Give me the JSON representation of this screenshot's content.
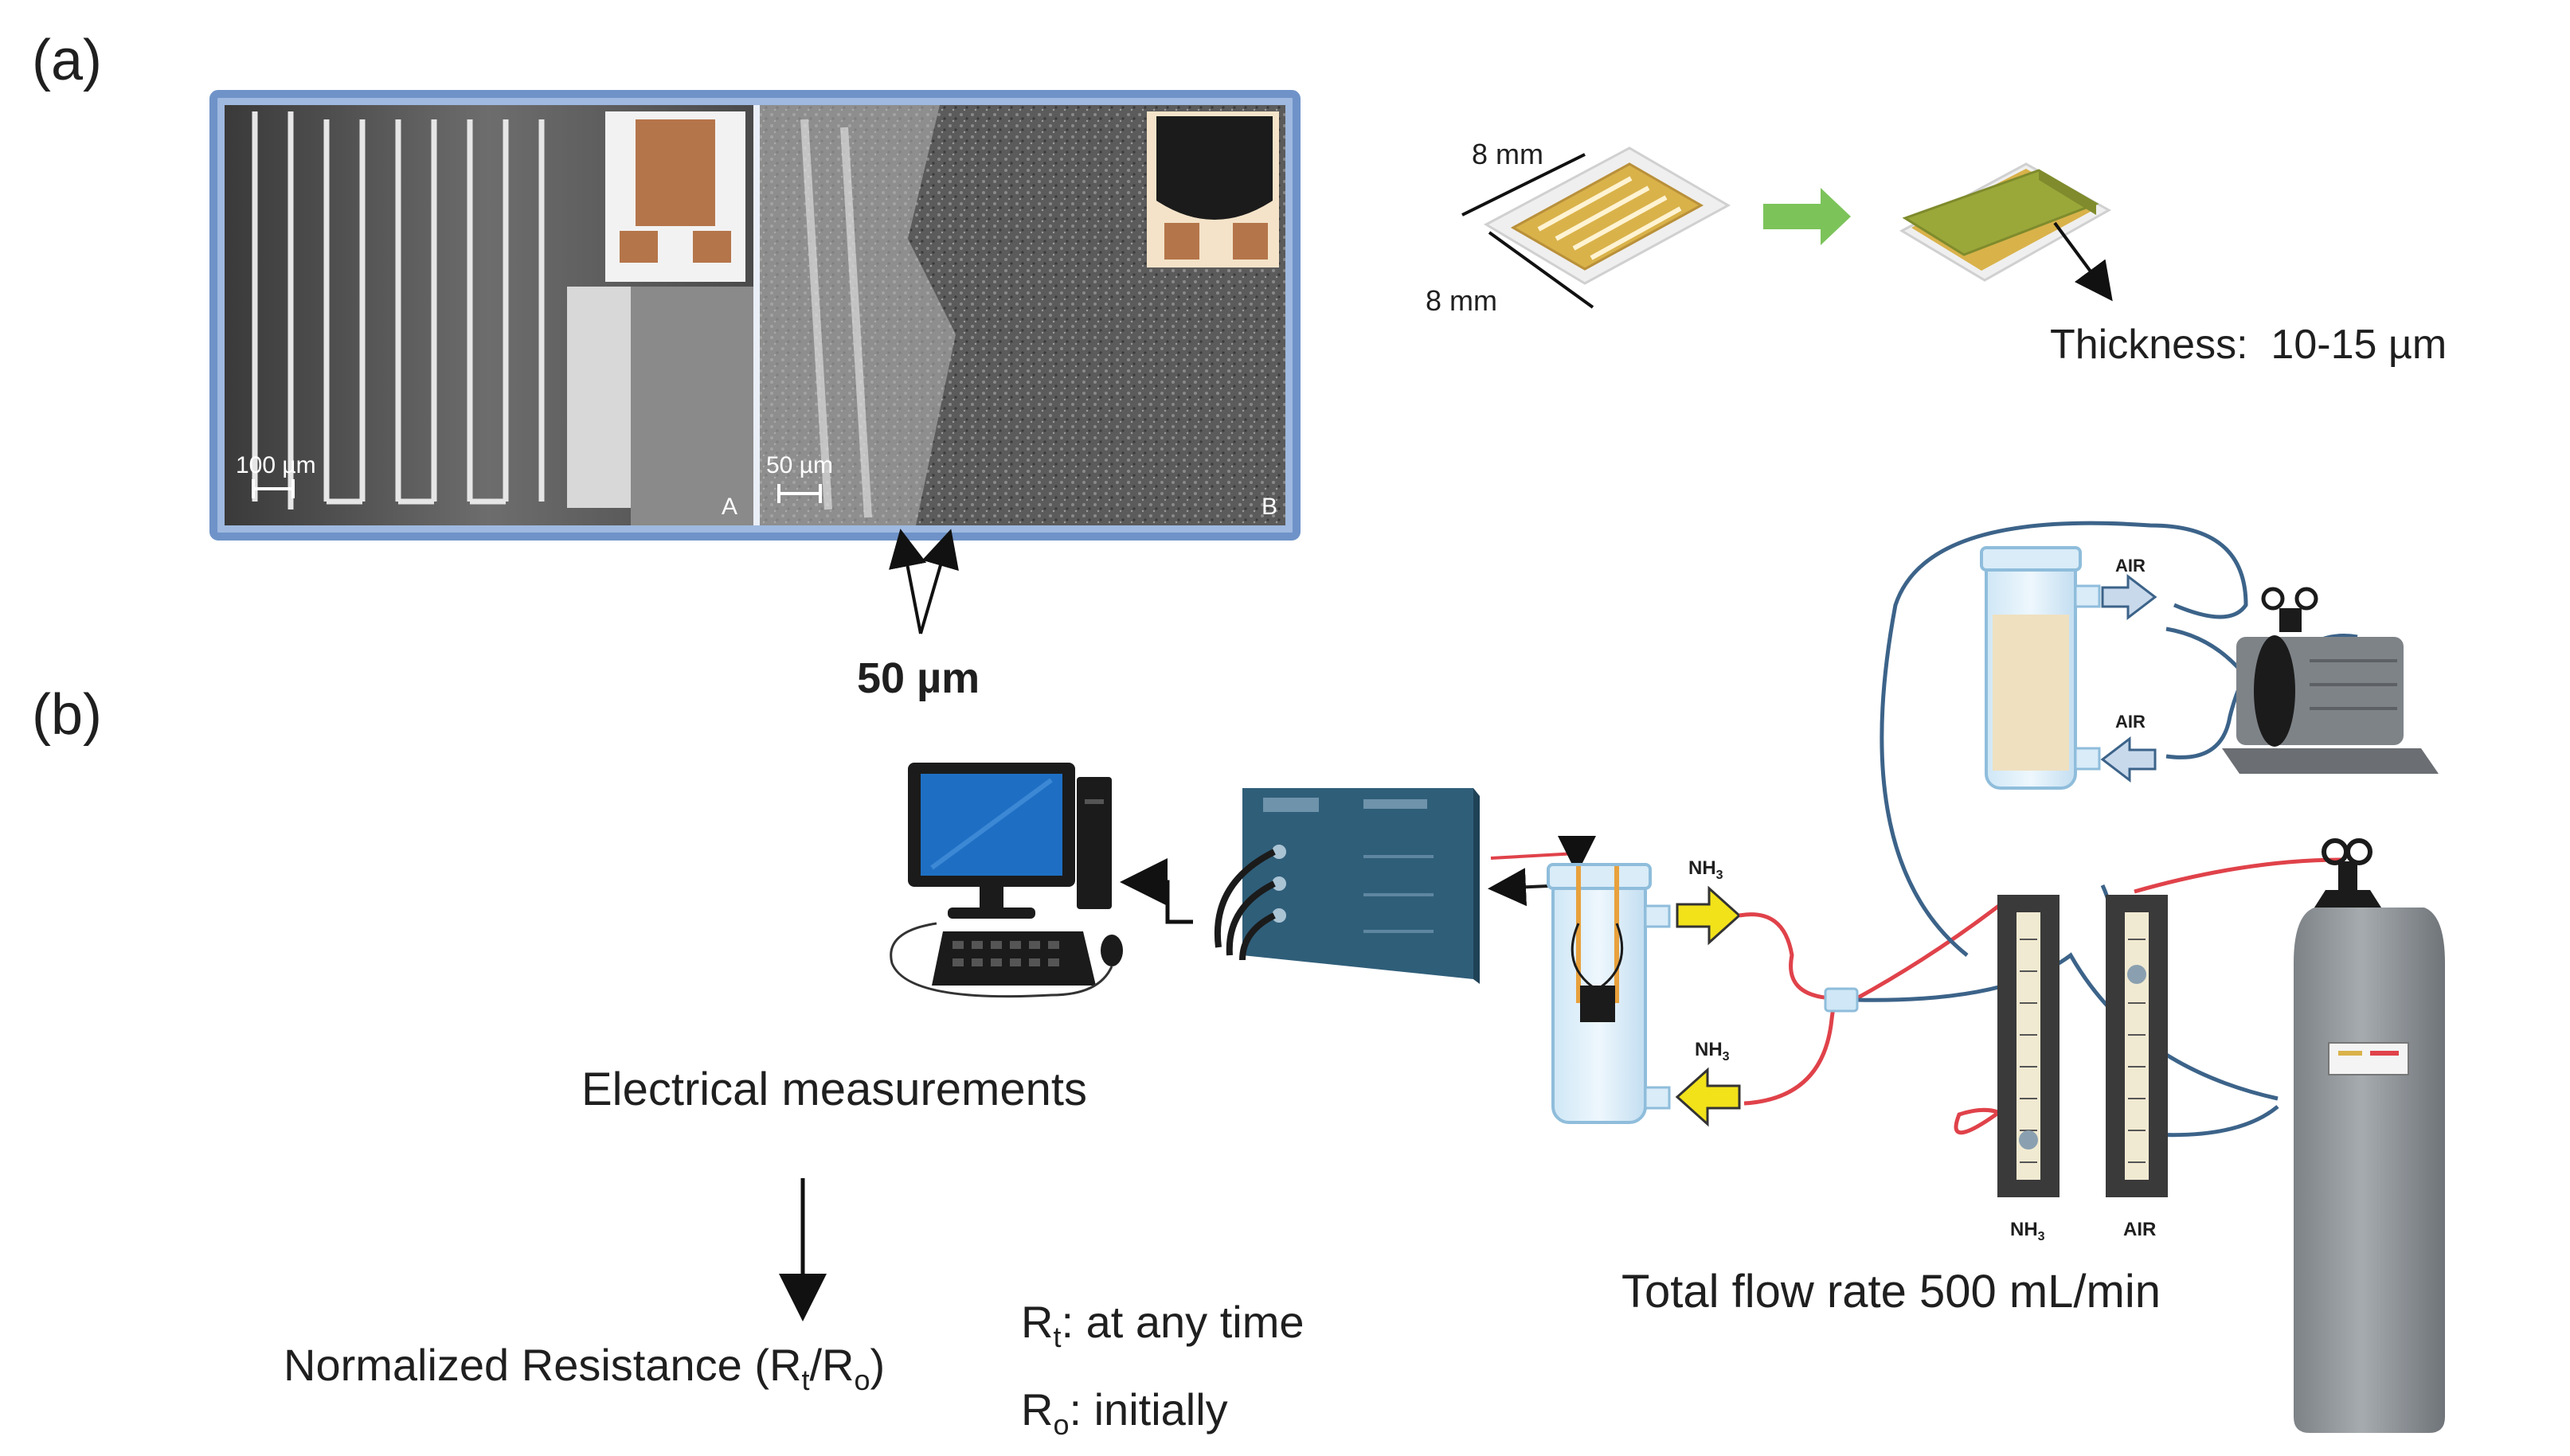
{
  "panel_a": {
    "label": "(a)",
    "sem_left": {
      "scale_text": "100 µm",
      "letter": "A"
    },
    "sem_right": {
      "scale_text": "50 µm",
      "letter": "B"
    },
    "scale_callout": "50 µm",
    "chip": {
      "dim_top": "8 mm",
      "dim_left": "8 mm",
      "thickness": "Thickness:  10-15 µm"
    }
  },
  "panel_b": {
    "label": "(b)",
    "electrical": "Electrical measurements",
    "normalized": "Normalized Resistance (R",
    "norm_sub_t": "t",
    "norm_slash": "/R",
    "norm_sub_o": "o",
    "norm_close": ")",
    "rt_main": "R",
    "rt_sub": "t",
    "rt_text": ": at any time",
    "ro_main": "R",
    "ro_sub": "o",
    "ro_text": ": initially",
    "flow_rate": "Total flow rate 500 mL/min",
    "gas_labels": {
      "air_top": "AIR",
      "air_bottom": "AIR",
      "nh3_out": "NH",
      "nh3_in": "NH",
      "nh3_meter": "NH",
      "air_meter": "AIR",
      "sub3": "3"
    }
  },
  "colors": {
    "frame_blue": "#6f93c9",
    "gold": "#d9b24a",
    "film_green": "#9aa83a",
    "arrow_green": "#7cc35a",
    "arrow_yellow": "#f2e21a",
    "pipe_red": "#e0424a",
    "pipe_blue": "#3c6389",
    "instrument": "#2f5e79",
    "cylinder": "#8f9499",
    "screen_blue": "#1e6fc4"
  }
}
